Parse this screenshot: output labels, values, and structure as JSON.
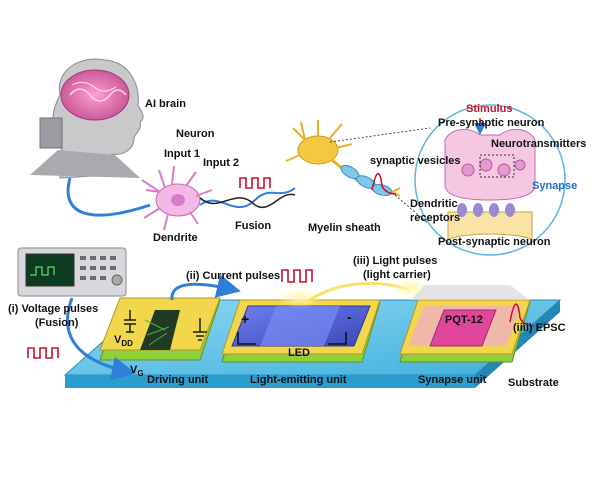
{
  "labels": {
    "ai_brain": "AI brain",
    "neuron": "Neuron",
    "input1": "Input 1",
    "input2": "Input 2",
    "dendrite": "Dendrite",
    "fusion": "Fusion",
    "myelin_sheath": "Myelin sheath",
    "synaptic_vesicles": "synaptic vesicles",
    "stimulus": "Stimulus",
    "pre_synaptic_neuron": "Pre-synaptic neuron",
    "neurotransmitters": "Neurotransmitters",
    "synapse": "Synapse",
    "dendritic": "Dendritic",
    "receptors": "receptors",
    "post_synaptic_neuron": "Post-synaptic neuron",
    "voltage_pulses": "(i) Voltage pulses",
    "voltage_fusion": "(Fusion)",
    "current_pulses": "(ii) Current pulses",
    "light_pulses": "(iii) Light pulses",
    "light_carrier": "(light carrier)",
    "epsc": "(iiii) EPSC",
    "v": "V",
    "dd_sub": "DD",
    "g_sub": "G",
    "plus": "+",
    "minus": "-",
    "led": "LED",
    "pqt12": "PQT-12",
    "driving_unit": "Driving unit",
    "light_emitting_unit": "Light-emitting unit",
    "synapse_unit": "Synapse unit",
    "substrate": "Substrate"
  },
  "colors": {
    "substrate": "#5fc3e6",
    "gold_layer": "#f2d64b",
    "green_layer": "#8fcf3a",
    "led_block": "#4a5fd6",
    "pqt_block": "#e0479a",
    "arrow_blue": "#2f7fd8",
    "synapse_blue": "#1f6fd1",
    "stimulus_red": "#c8102e"
  }
}
